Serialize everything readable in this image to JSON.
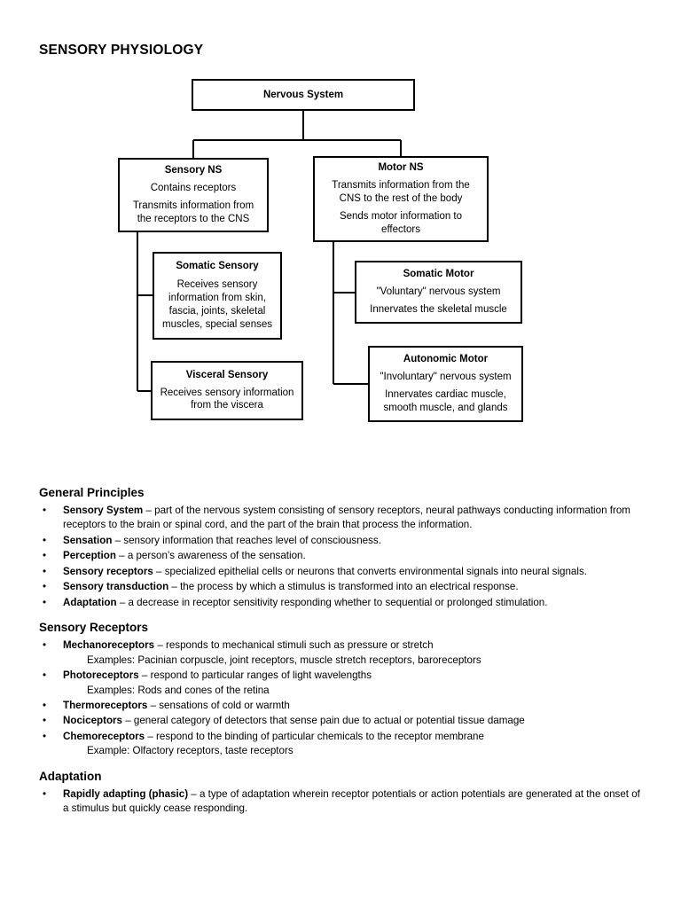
{
  "document": {
    "title": "SENSORY PHYSIOLOGY"
  },
  "diagram": {
    "name": "nervous-system-hierarchy",
    "nodes": {
      "nervous_system": {
        "title": "Nervous System",
        "lines": []
      },
      "sensory_ns": {
        "title": "Sensory NS",
        "lines": [
          "Contains receptors",
          "Transmits information from the receptors to the CNS"
        ]
      },
      "motor_ns": {
        "title": "Motor NS",
        "lines": [
          "Transmits information from the CNS to the rest of the body",
          "Sends motor information to effectors"
        ]
      },
      "somatic_sensory": {
        "title": "Somatic Sensory",
        "lines": [
          "Receives sensory information from skin, fascia, joints, skeletal muscles, special senses"
        ]
      },
      "visceral_sensory": {
        "title": "Visceral Sensory",
        "lines": [
          "Receives sensory information from the viscera"
        ]
      },
      "somatic_motor": {
        "title": "Somatic Motor",
        "lines": [
          "\"Voluntary\" nervous system",
          "Innervates the skeletal muscle"
        ]
      },
      "autonomic_motor": {
        "title": "Autonomic Motor",
        "lines": [
          "\"Involuntary\" nervous system",
          "Innervates cardiac muscle, smooth muscle, and glands"
        ]
      }
    }
  },
  "sections": [
    {
      "heading": "General Principles",
      "items": [
        {
          "term": "Sensory System",
          "dash": " – ",
          "text": "part of the nervous system consisting of sensory receptors, neural pathways conducting information from receptors to the brain or spinal cord, and the part of the brain that process the information."
        },
        {
          "term": "Sensation",
          "dash": " – ",
          "text": "sensory information that reaches level of consciousness."
        },
        {
          "term": "Perception",
          "dash": " – ",
          "text": "a person’s awareness of the sensation."
        },
        {
          "term": "Sensory receptors",
          "dash": " – ",
          "text": "specialized epithelial cells or neurons that converts environmental signals into neural signals."
        },
        {
          "term": "Sensory transduction",
          "dash": " – ",
          "text": "the process by which a stimulus is transformed into an electrical response."
        },
        {
          "term": "Adaptation",
          "dash": " – ",
          "text": "a decrease in receptor sensitivity responding whether to sequential or prolonged stimulation."
        }
      ]
    },
    {
      "heading": "Sensory Receptors",
      "items": [
        {
          "term": "Mechanoreceptors",
          "dash": " – ",
          "text": "responds to mechanical stimuli such as pressure or stretch",
          "sub": "Examples: Pacinian corpuscle, joint receptors, muscle stretch receptors, baroreceptors"
        },
        {
          "term": "Photoreceptors",
          "dash": " – ",
          "text": "respond to particular ranges of light wavelengths",
          "sub": "Examples: Rods and cones of the retina"
        },
        {
          "term": "Thermoreceptors",
          "dash": " – ",
          "text": "sensations of cold or warmth"
        },
        {
          "term": "Nociceptors",
          "dash": " – ",
          "text": "general category of detectors that sense pain due to actual or potential tissue damage"
        },
        {
          "term": "Chemoreceptors",
          "dash": " – ",
          "text": "respond to the binding of particular chemicals to the receptor membrane",
          "sub": "Example: Olfactory receptors, taste receptors"
        }
      ]
    },
    {
      "heading": "Adaptation",
      "items": [
        {
          "term": "Rapidly adapting (phasic)",
          "dash": " – ",
          "text": "a type of adaptation wherein receptor potentials or action potentials are generated at the onset of a stimulus but quickly cease responding."
        }
      ]
    }
  ],
  "bullet_glyph": "•",
  "colors": {
    "text": "#000000",
    "page_background": "#ffffff",
    "box_border": "#000000"
  }
}
